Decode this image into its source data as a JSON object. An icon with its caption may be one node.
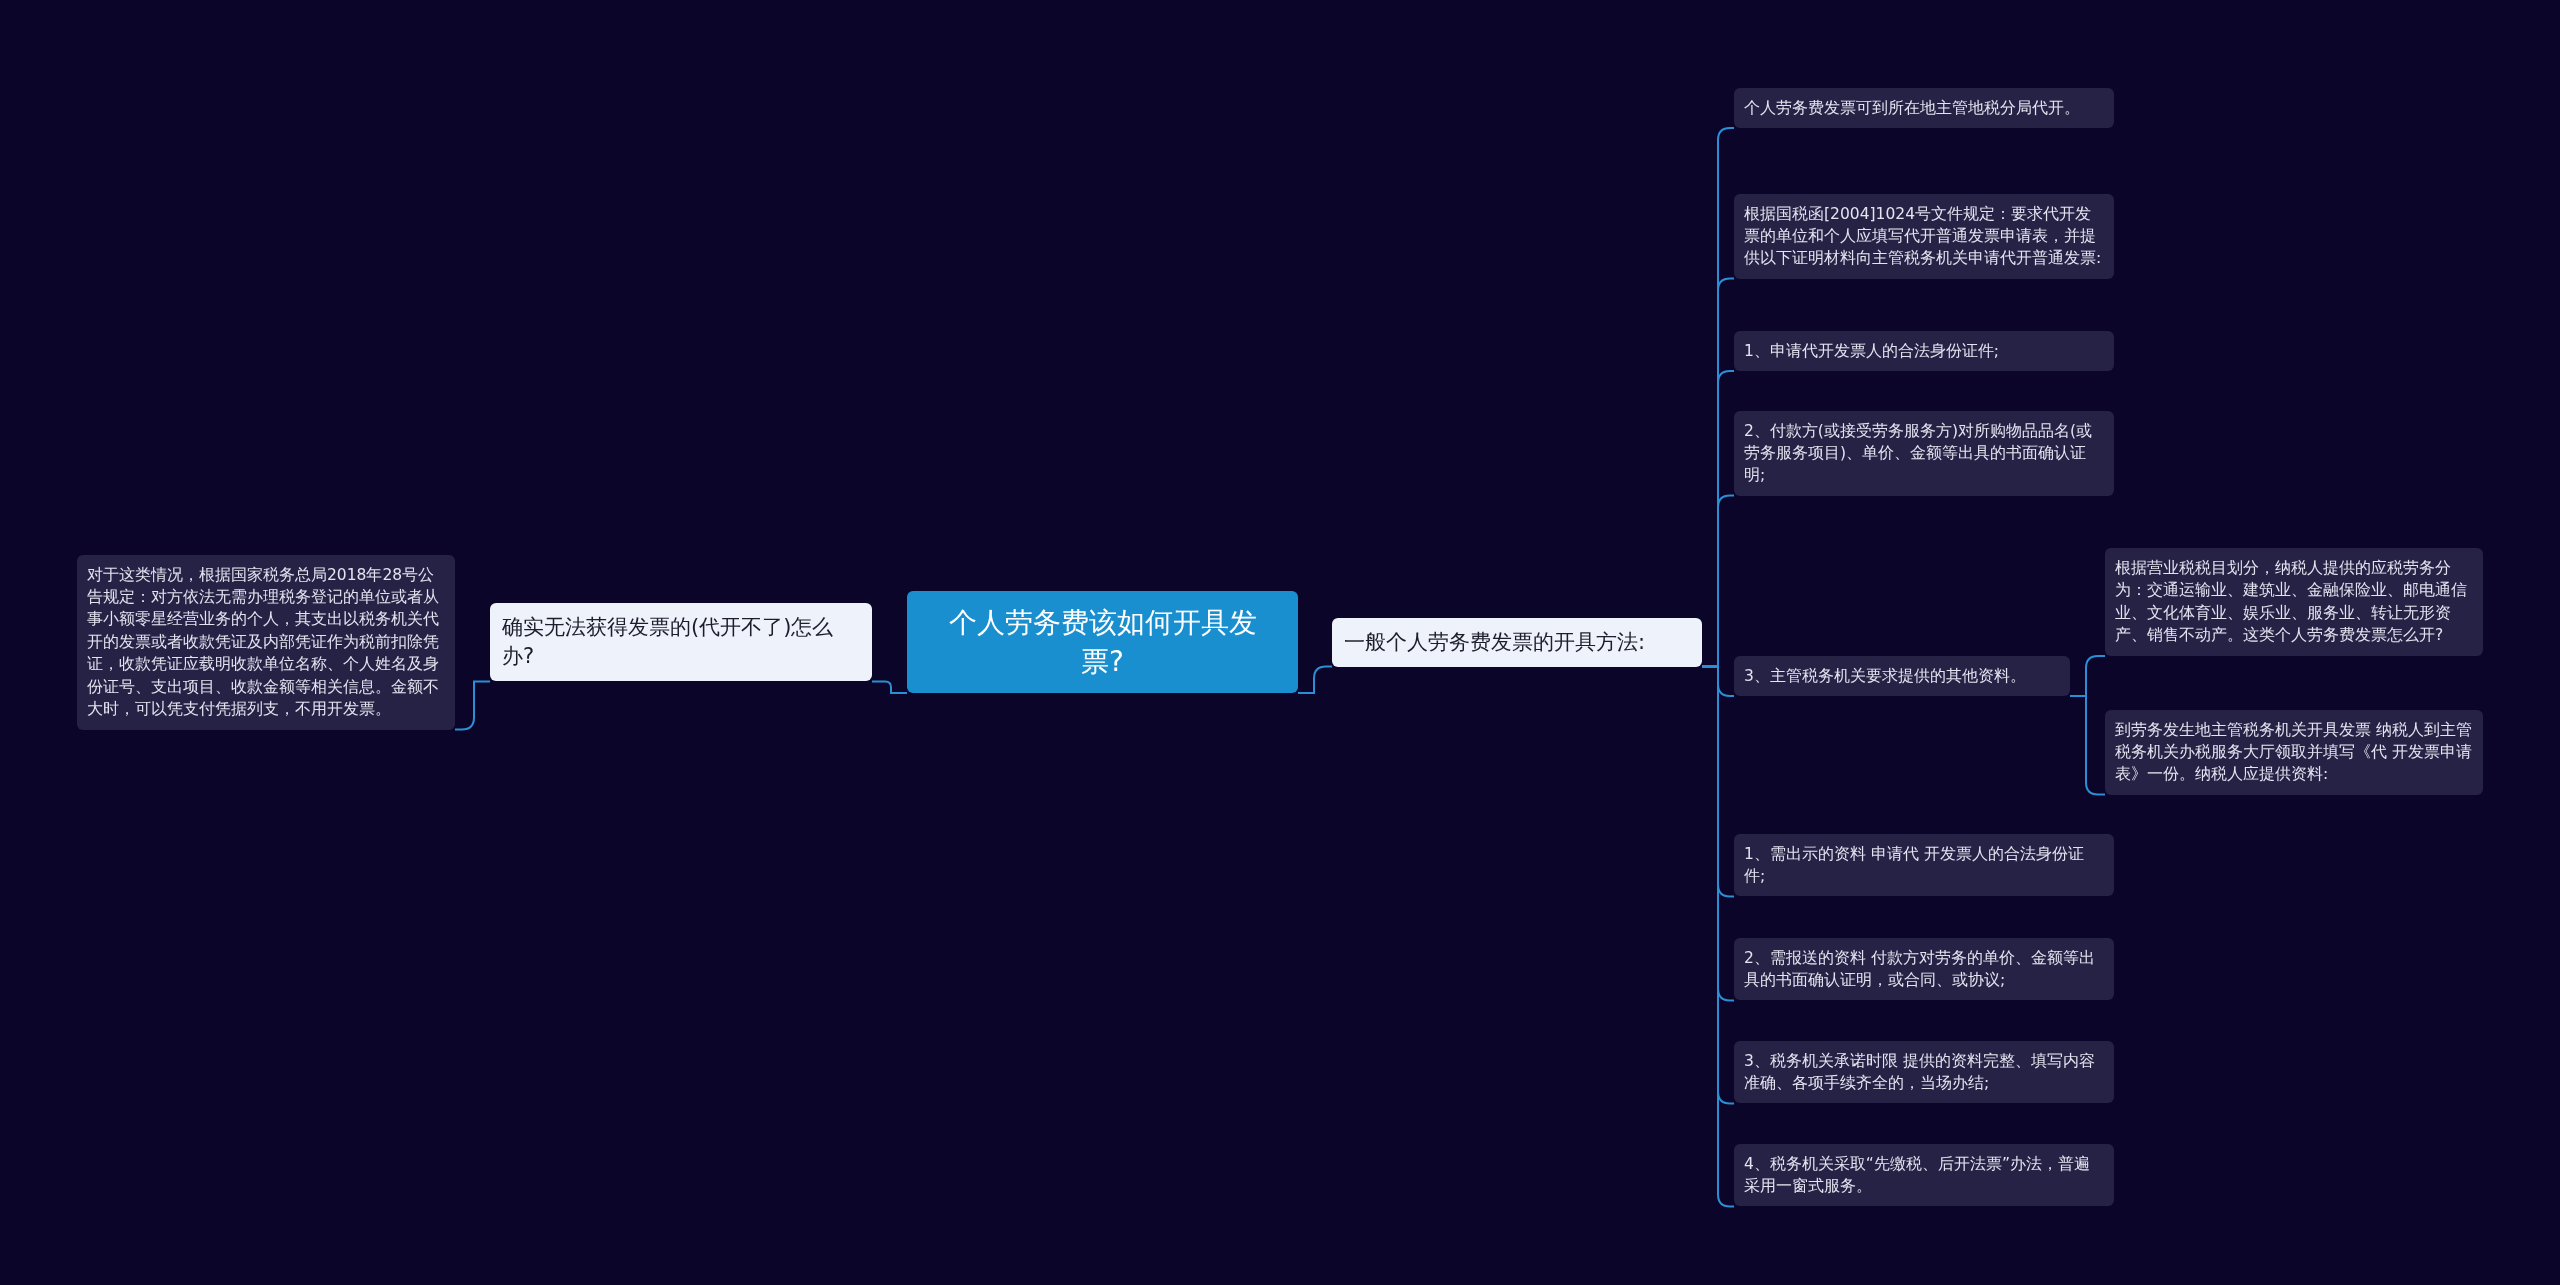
{
  "diagram": {
    "nodes": [
      {
        "text": [
          "个人劳务费该如何开具发票?"
        ]
      },
      {
        "text": [
          "确实无法获得发票的(代开不了)怎么办?"
        ]
      },
      {
        "text": [
          "对于这类情况，根据国家税务总局2018年28号公告规定：对方依法无需办理税务登记的单位或者从事小额零星经营业务的个人，其支出以税务机关代开的发票或者收款凭证及内部凭证作为税前扣除凭证，收款凭证应载明收款单位名称、个人姓名及身份证号、支出项目、收款金额等相关信息。金额不大时，可以凭支付凭据列支，不用开发票。"
        ]
      },
      {
        "text": [
          "一般个人劳务费发票的开具方法:"
        ]
      },
      {
        "text": [
          "个人劳务费发票可到所在地主管地税分局代开。"
        ]
      },
      {
        "text": [
          "根据国税函[2004]1024号文件规定：要求代开发票的单位和个人应填写代开普通发票申请表，并提供以下证明材料向主管税务机关申请代开普通发票:"
        ]
      },
      {
        "text": [
          "1、申请代开发票人的合法身份证件;"
        ]
      },
      {
        "text": [
          "2、付款方(或接受劳务服务方)对所购物品品名(或劳务服务项目)、单价、金额等出具的书面确认证明;"
        ]
      },
      {
        "text": [
          "3、主管税务机关要求提供的其他资料。"
        ]
      },
      {
        "text": [
          "1、需出示的资料 申请代 开发票人的合法身份证件;"
        ]
      },
      {
        "text": [
          "2、需报送的资料 付款方对劳务的单价、金额等出具的书面确认证明，或合同、或协议;"
        ]
      },
      {
        "text": [
          "3、税务机关承诺时限 提供的资料完整、填写内容准确、各项手续齐全的，当场办结;"
        ]
      },
      {
        "text": [
          "4、税务机关采取“先缴税、后开法票”办法，普遍采用一窗式服务。"
        ]
      },
      {
        "text": [
          "根据营业税税目划分，纳税人提供的应税劳务分为：交通运输业、建筑业、金融保险业、邮电通信业、文化体育业、娱乐业、服务业、转让无形资产、销售不动产。这类个人劳务费发票怎么开?"
        ]
      },
      {
        "text": [
          "到劳务发生地主管税务机关开具发票 纳税人到主管税务机关办税服务大厅领取并填写《代 开发票申请表》一份。纳税人应提供资料:"
        ]
      }
    ],
    "edges": [
      {
        "from": 0,
        "to": 1,
        "arrow": "none"
      },
      {
        "from": 1,
        "to": 2,
        "arrow": "none"
      },
      {
        "from": 0,
        "to": 3,
        "arrow": "none"
      },
      {
        "from": 3,
        "to": 4,
        "arrow": "none"
      },
      {
        "from": 3,
        "to": 5,
        "arrow": "none"
      },
      {
        "from": 3,
        "to": 6,
        "arrow": "none"
      },
      {
        "from": 3,
        "to": 7,
        "arrow": "none"
      },
      {
        "from": 3,
        "to": 8,
        "arrow": "none"
      },
      {
        "from": 3,
        "to": 9,
        "arrow": "none"
      },
      {
        "from": 3,
        "to": 10,
        "arrow": "none"
      },
      {
        "from": 3,
        "to": 11,
        "arrow": "none"
      },
      {
        "from": 3,
        "to": 12,
        "arrow": "none"
      },
      {
        "from": 8,
        "to": 13,
        "arrow": "none"
      },
      {
        "from": 8,
        "to": 14,
        "arrow": "none"
      }
    ]
  }
}
